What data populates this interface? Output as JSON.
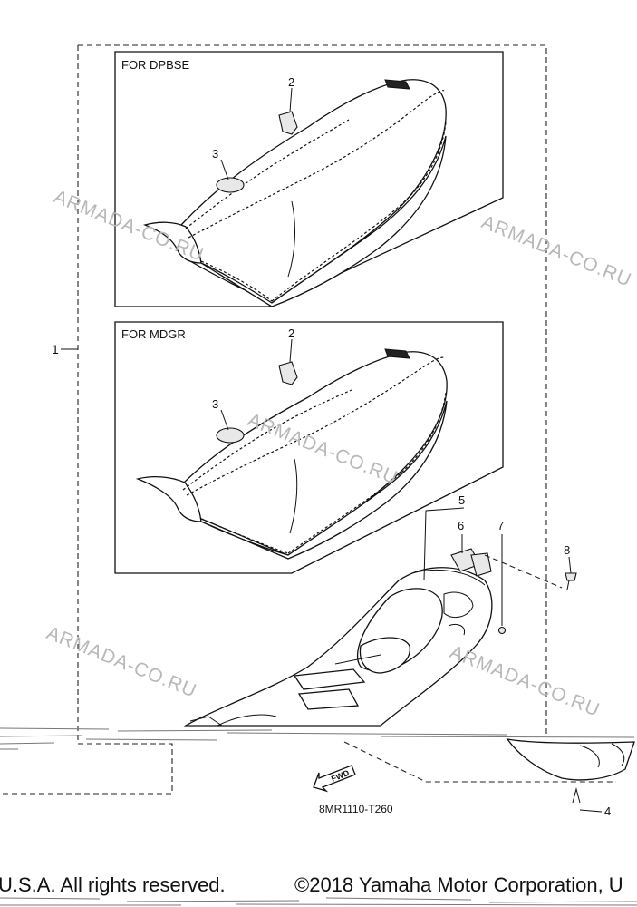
{
  "panels": {
    "top_title": "FOR DPBSE",
    "bottom_title": "FOR MDGR"
  },
  "callouts": {
    "assembly": "1",
    "top_c2": "2",
    "top_c3": "3",
    "bottom_c2": "2",
    "bottom_c3": "3",
    "c4": "4",
    "c5": "5",
    "c6": "6",
    "c7": "7",
    "c8": "8"
  },
  "fwd_arrow": "FWD",
  "diagram_code": "8MR1110-T260",
  "watermark": "ARMADA-CO.RU",
  "footer": {
    "left": "U.S.A. All rights reserved.",
    "right": "©2018 Yamaha Motor Corporation, U"
  }
}
